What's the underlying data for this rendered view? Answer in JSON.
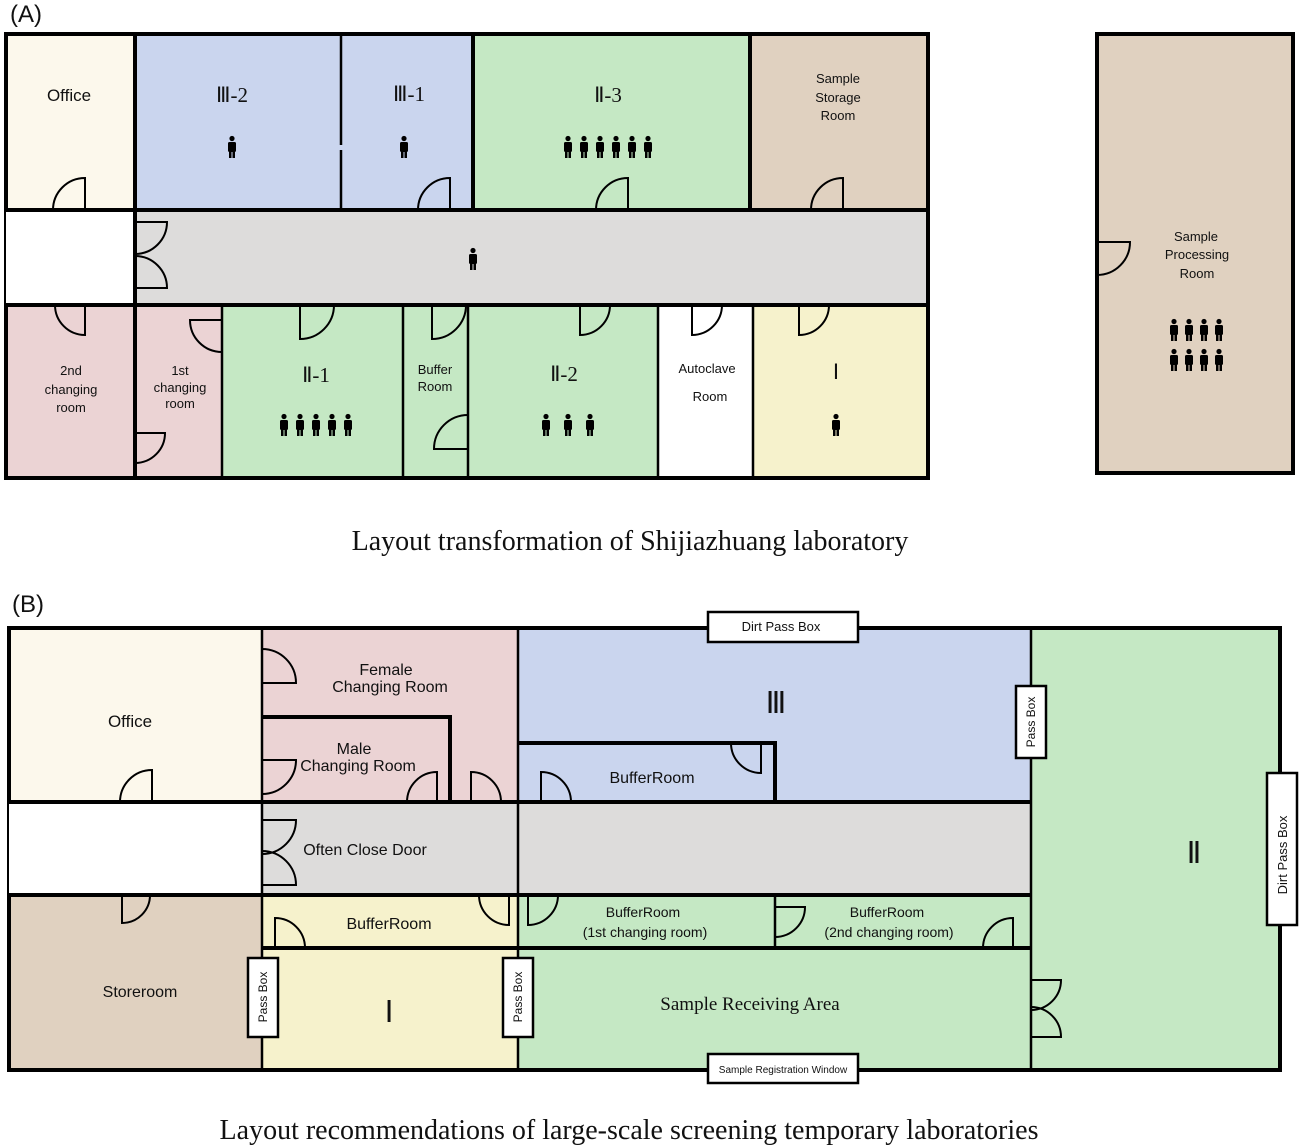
{
  "panel_a": {
    "tag": "(A)",
    "caption": "Layout transformation of Shijiazhuang laboratory",
    "rooms": {
      "office": "Office",
      "iii2": "Ⅲ-2",
      "iii1": "Ⅲ-1",
      "ii3": "Ⅱ-3",
      "storage": [
        "Sample",
        "Storage",
        "Room"
      ],
      "changing2": [
        "2nd",
        "changing",
        "room"
      ],
      "changing1": [
        "1st",
        "changing",
        "room"
      ],
      "ii1": "Ⅱ-1",
      "buffer": [
        "Buffer",
        "Room"
      ],
      "ii2": "Ⅱ-2",
      "autoclave": [
        "Autoclave",
        "Room"
      ],
      "i": "Ⅰ",
      "processing": [
        "Sample",
        "Processing",
        "Room"
      ]
    },
    "people_counts": {
      "iii2": 1,
      "iii1": 1,
      "ii3": 6,
      "corridor": 1,
      "ii1": 5,
      "ii2": 3,
      "i": 1,
      "processing": 8
    }
  },
  "panel_b": {
    "tag": "(B)",
    "caption": "Layout recommendations of  large-scale screening temporary laboratories",
    "rooms": {
      "office": "Office",
      "female": [
        "Female",
        "Changing Room"
      ],
      "male": [
        "Male",
        "Changing Room"
      ],
      "iii": "Ⅲ",
      "buffer_iii": "BufferRoom",
      "corridor": "Often Close Door",
      "storeroom": "Storeroom",
      "buffer_i": "BufferRoom",
      "buffer_1st": [
        "BufferRoom",
        "(1st changing room)"
      ],
      "buffer_2nd": [
        "BufferRoom",
        "(2nd changing room)"
      ],
      "i": "Ⅰ",
      "receiving": "Sample Receiving Area",
      "ii": "Ⅱ"
    },
    "boxes": {
      "dirt_top": "Dirt Pass Box",
      "pass_iii": "Pass Box",
      "dirt_right": "Dirt Pass Box",
      "pass_store": "Pass Box",
      "pass_i": "Pass Box",
      "registration": "Sample Registration Window"
    }
  },
  "colors": {
    "office": "#fcf8ec",
    "blue": "#cad5ee",
    "green": "#c5e8c4",
    "tan": "#e0d1c0",
    "pink": "#ebd3d4",
    "yellow": "#f6f2cc",
    "corridor": "#dddcdb",
    "white": "#ffffff"
  }
}
